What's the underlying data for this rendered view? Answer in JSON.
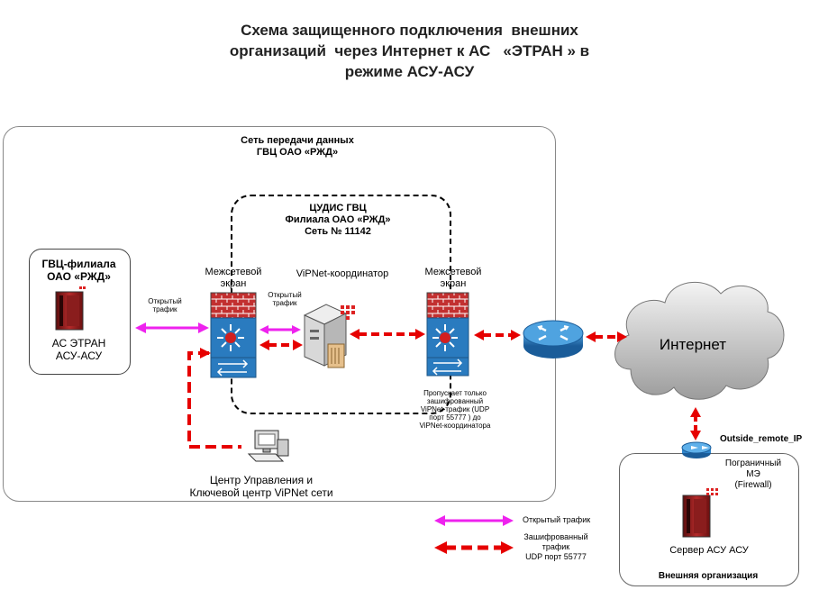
{
  "title": {
    "line1": "Схема защищенного подключения  внешних",
    "line2": "организаций  через Интернет к АС   «ЭТРАН » в",
    "line3": "режиме АСУ-АСУ"
  },
  "network": {
    "line1": "Сеть передачи данных",
    "line2": "ГВЦ ОАО «РЖД»"
  },
  "cudis": {
    "line1": "ЦУДИС ГВЦ",
    "line2": "Филиала ОАО «РЖД»",
    "line3": "Сеть № 11142"
  },
  "gvc_branch": {
    "line1": "ГВЦ-филиала",
    "line2": "ОАО «РЖД»",
    "line3": "АС ЭТРАН",
    "line4": "АСУ-АСУ"
  },
  "firewall_left": {
    "line1": "Межсетевой",
    "line2": "экран"
  },
  "firewall_right": {
    "line1": "Межсетевой",
    "line2": "экран"
  },
  "coordinator": {
    "label": "ViPNet-координатор"
  },
  "open_traffic_1": {
    "line1": "Открытый",
    "line2": "трафик"
  },
  "open_traffic_2": {
    "line1": "Открытый",
    "line2": "трафик"
  },
  "passes_note": {
    "line1": "Пропускает только",
    "line2": "зашифрованный",
    "line3": "ViPNet-трафик (UDP",
    "line4": "порт 55777 ) до",
    "line5": "ViPNet-координатора"
  },
  "control_center": {
    "line1": "Центр Управления и",
    "line2": "Ключевой центр ViPNet сети"
  },
  "internet": {
    "label": "Интернет"
  },
  "outside_ip": {
    "label": "Outside_remote_IP"
  },
  "border_fw": {
    "line1": "Пограничный",
    "line2": "МЭ",
    "line3": "(Firewall)"
  },
  "server": {
    "label": "Сервер АСУ АСУ"
  },
  "external_org": {
    "label": "Внешняя организация"
  },
  "legend": {
    "open": "Открытый трафик",
    "enc_line1": "Зашифрованный",
    "enc_line2": "трафик",
    "enc_line3": "UDP  порт 55777"
  },
  "colors": {
    "open": "#ee22ee",
    "encrypted": "#e60000",
    "firewall_blue": "#2a7bbf",
    "brick": "#c23030"
  }
}
